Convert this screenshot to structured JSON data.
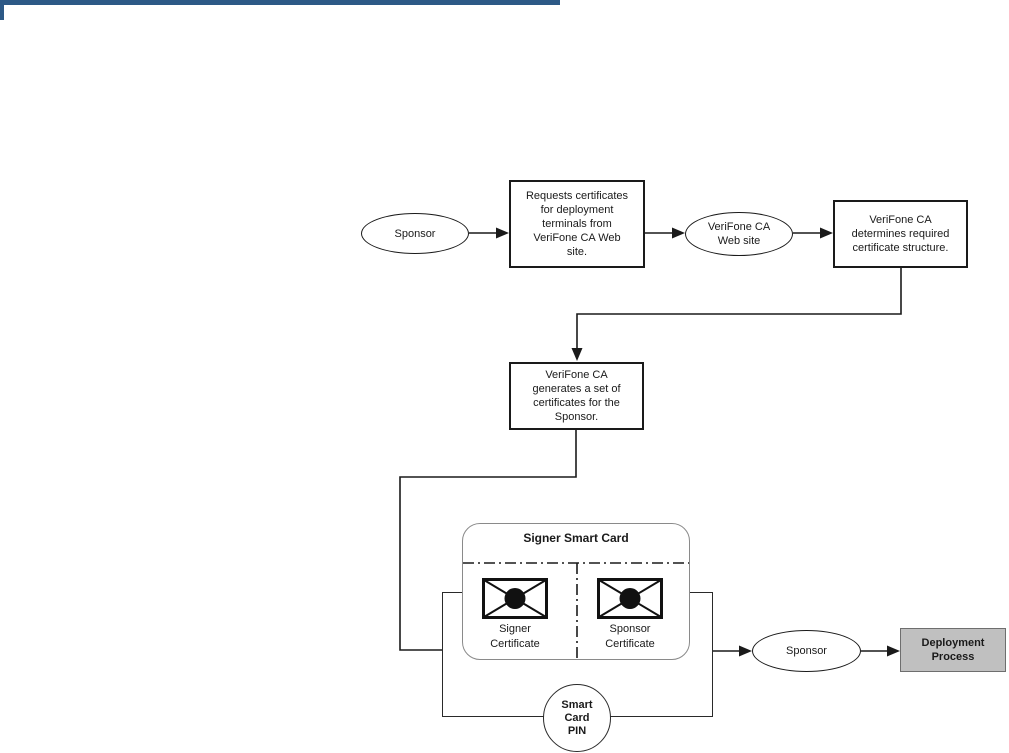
{
  "page": {
    "accent_color": "#2d5986",
    "background_color": "#ffffff",
    "line_color": "#1a1a1a"
  },
  "diagram": {
    "nodes": {
      "sponsor_start": {
        "label": "Sponsor",
        "shape": "ellipse"
      },
      "request_box": {
        "label": "Requests certificates\nfor deployment\nterminals from\nVeriFone CA Web\nsite.",
        "shape": "rect"
      },
      "ca_web_site": {
        "label": "VeriFone CA\nWeb site",
        "shape": "ellipse"
      },
      "determine_box": {
        "label": "VeriFone CA\ndetermines required\ncertificate structure.",
        "shape": "rect"
      },
      "generate_box": {
        "label": "VeriFone CA\ngenerates a set of\ncertificates for the\nSponsor.",
        "shape": "rect"
      },
      "smart_card": {
        "title": "Signer Smart Card",
        "shape": "rounded-card"
      },
      "signer_certificate": {
        "label": "Signer\nCertificate",
        "icon": "envelope-icon"
      },
      "sponsor_certificate": {
        "label": "Sponsor\nCertificate",
        "icon": "envelope-icon"
      },
      "smart_card_pin": {
        "label": "Smart\nCard\nPIN",
        "shape": "circle"
      },
      "sponsor_end": {
        "label": "Sponsor",
        "shape": "ellipse"
      },
      "deployment_process": {
        "label": "Deployment\nProcess",
        "shape": "rect",
        "fill": "#c0c0c0"
      }
    }
  }
}
